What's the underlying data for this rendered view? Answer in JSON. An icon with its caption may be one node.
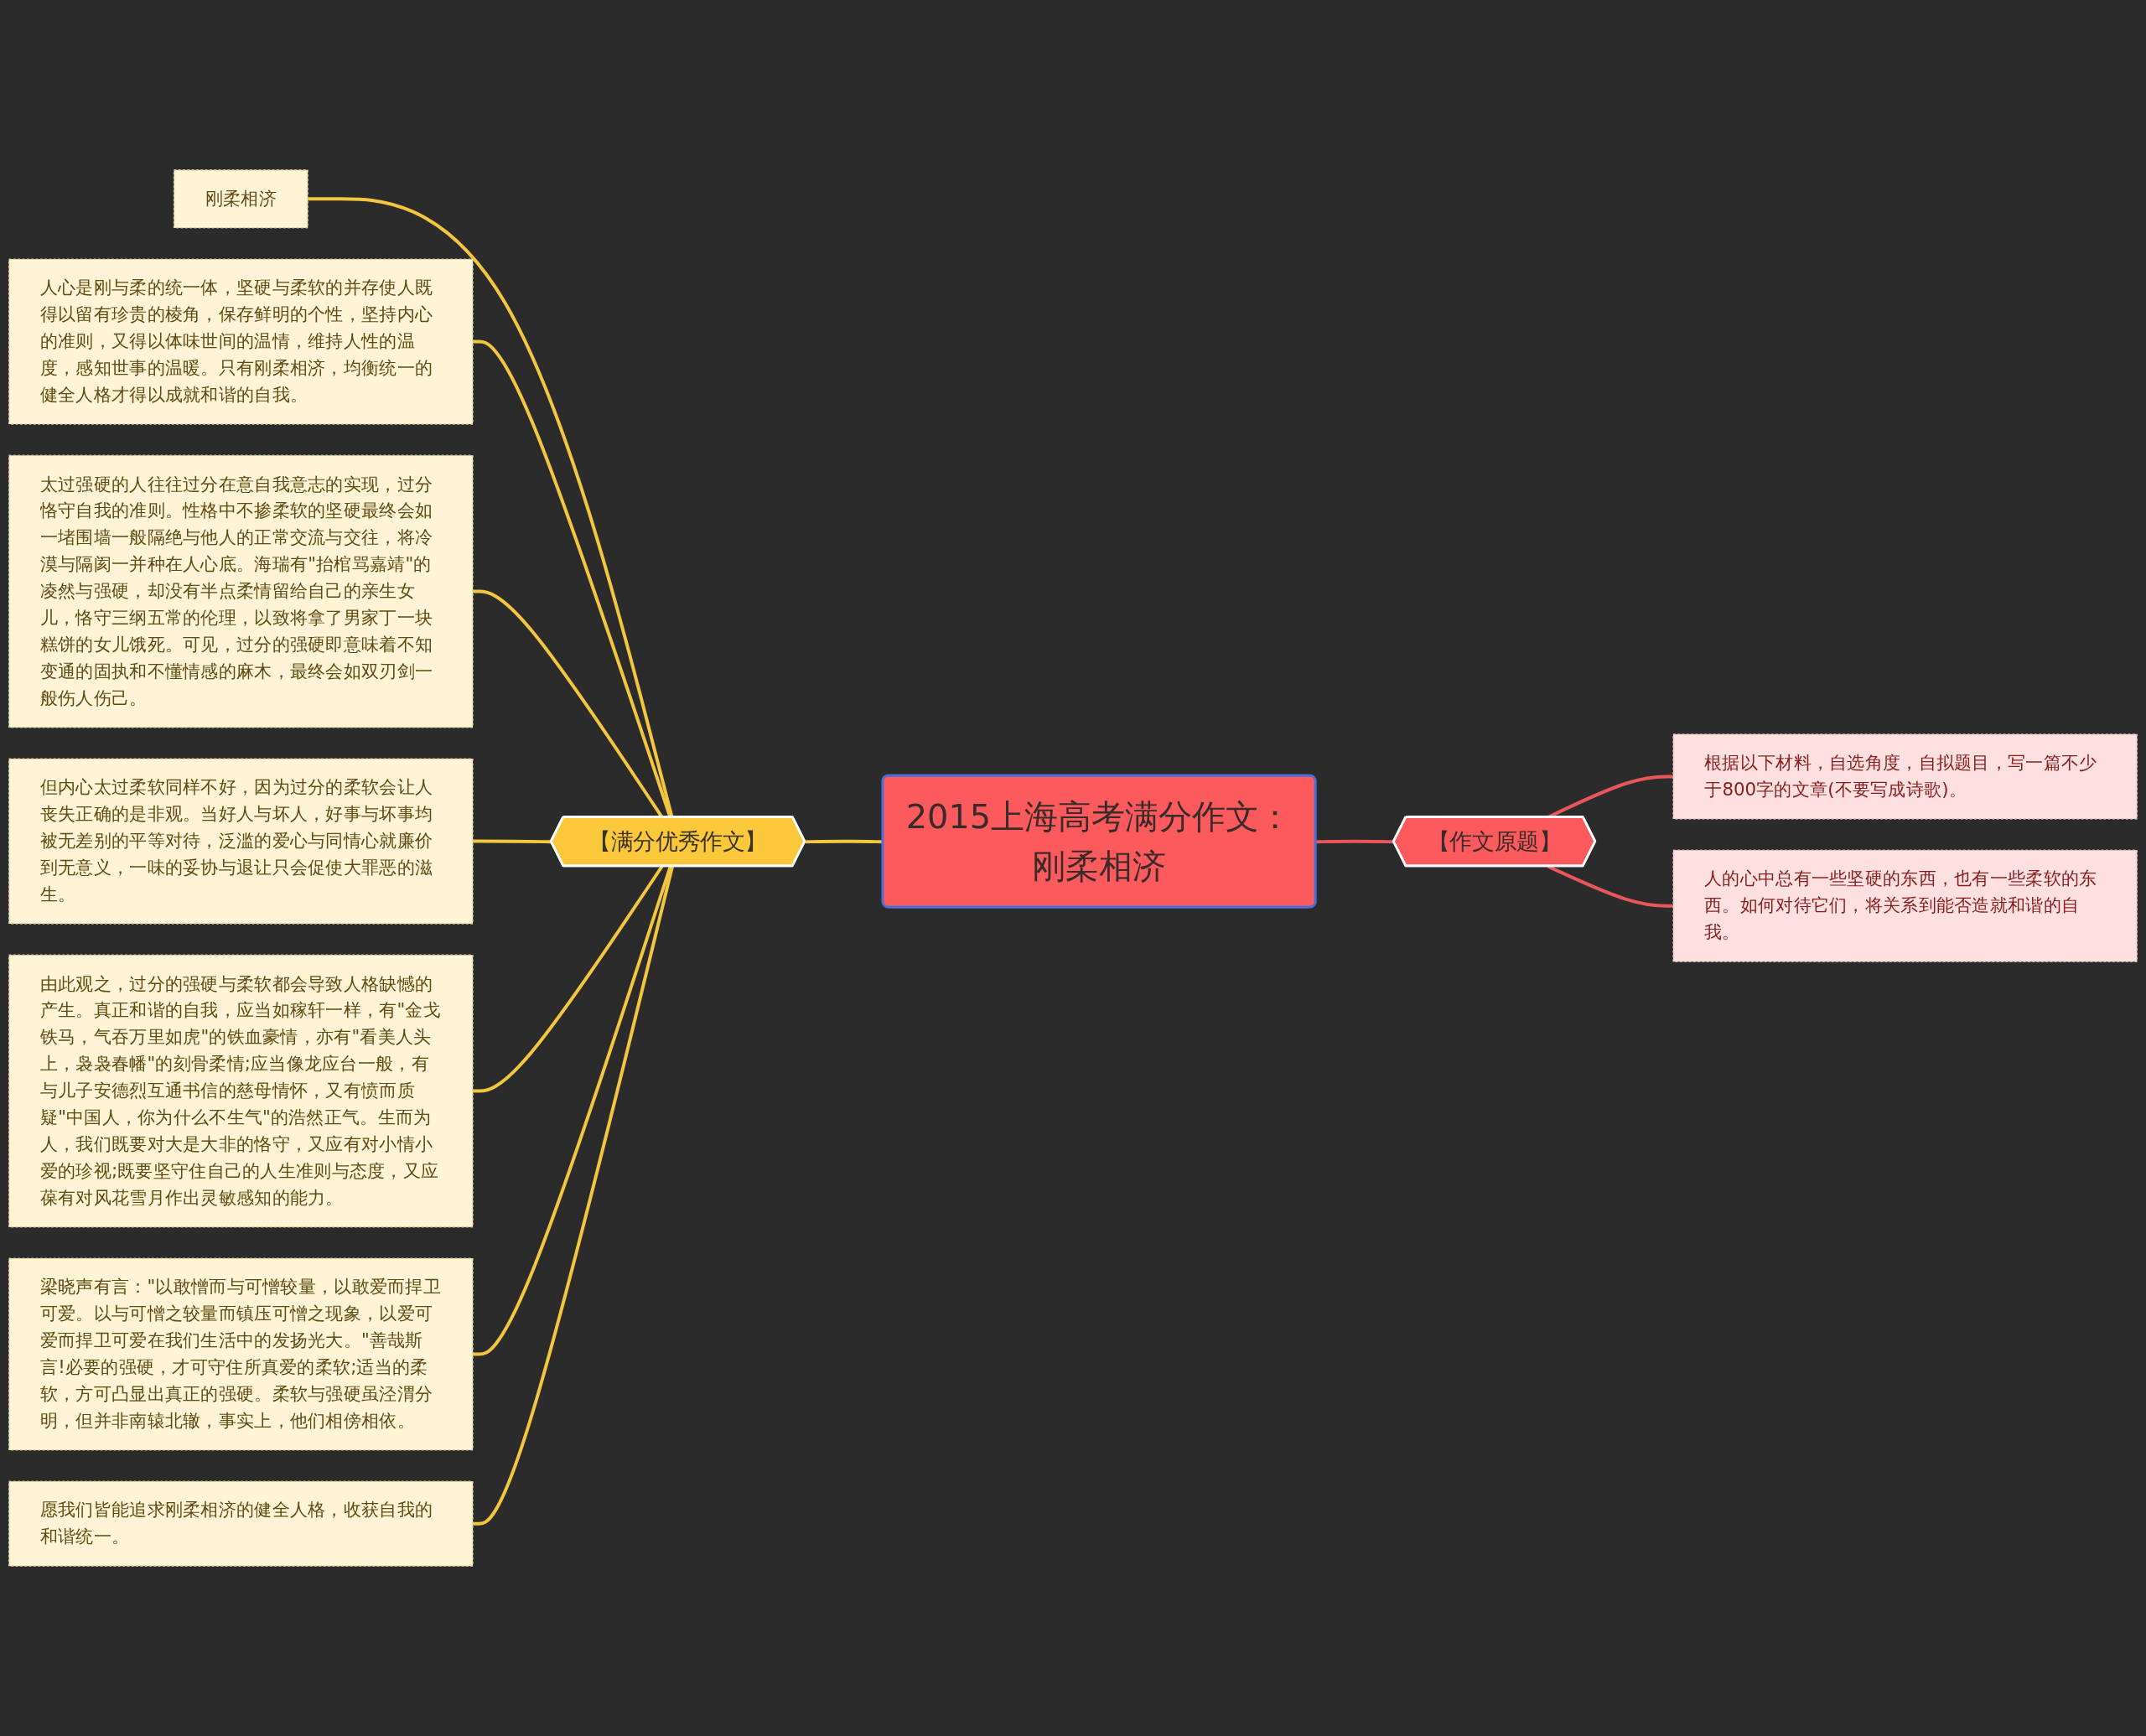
{
  "diagram": {
    "nodes": [
      {
        "text": [
          "2015上海高考满分作文：刚柔相济"
        ]
      },
      {
        "text": [
          "【满分优秀作文】"
        ]
      },
      {
        "text": [
          "刚柔相济"
        ]
      },
      {
        "text": [
          "人心是刚与柔的统一体，坚硬与柔软的并存使人既得以留有珍贵的棱角，保存鲜明的个性，坚持内心的准则，又得以体味世间的温情，维持人性的温度，感知世事的温暖。只有刚柔相济，均衡统一的健全人格才得以成就和谐的自我。"
        ]
      },
      {
        "text": [
          "太过强硬的人往往过分在意自我意志的实现，过分恪守自我的准则。性格中不掺柔软的坚硬最终会如一堵围墙一般隔绝与他人的正常交流与交往，将冷漠与隔阂一并种在人心底。海瑞有\"抬棺骂嘉靖\"的凌然与强硬，却没有半点柔情留给自己的亲生女儿，恪守三纲五常的伦理，以致将拿了男家丁一块糕饼的女儿饿死。可见，过分的强硬即意味着不知变通的固执和不懂情感的麻木，最终会如双刃剑一般伤人伤己。"
        ]
      },
      {
        "text": [
          "但内心太过柔软同样不好，因为过分的柔软会让人丧失正确的是非观。当好人与坏人，好事与坏事均被无差别的平等对待，泛滥的爱心与同情心就廉价到无意义，一味的妥协与退让只会促使大罪恶的滋生。"
        ]
      },
      {
        "text": [
          "由此观之，过分的强硬与柔软都会导致人格缺憾的产生。真正和谐的自我，应当如稼轩一样，有\"金戈铁马，气吞万里如虎\"的铁血豪情，亦有\"看美人头上，袅袅春幡\"的刻骨柔情;应当像龙应台一般，有与儿子安德烈互通书信的慈母情怀，又有愤而质疑\"中国人，你为什么不生气\"的浩然正气。生而为人，我们既要对大是大非的恪守，又应有对小情小爱的珍视;既要坚守住自己的人生准则与态度，又应葆有对风花雪月作出灵敏感知的能力。"
        ]
      },
      {
        "text": [
          "梁晓声有言：\"以敢憎而与可憎较量，以敢爱而捍卫可爱。以与可憎之较量而镇压可憎之现象，以爱可爱而捍卫可爱在我们生活中的发扬光大。\"善哉斯言!必要的强硬，才可守住所真爱的柔软;适当的柔软，方可凸显出真正的强硬。柔软与强硬虽泾渭分明，但并非南辕北辙，事实上，他们相傍相依。"
        ]
      },
      {
        "text": [
          "愿我们皆能追求刚柔相济的健全人格，收获自我的和谐统一。"
        ]
      },
      {
        "text": [
          "【作文原题】"
        ]
      },
      {
        "text": [
          "根据以下材料，自选角度，自拟题目，写一篇不少于800字的文章(不要写成诗歌)。"
        ]
      },
      {
        "text": [
          "人的心中总有一些坚硬的东西，也有一些柔软的东西。如何对待它们，将关系到能否造就和谐的自我。"
        ]
      }
    ],
    "edges": [
      {
        "from": 0,
        "to": 1,
        "arrow": "none"
      },
      {
        "from": 1,
        "to": 2,
        "arrow": "none"
      },
      {
        "from": 1,
        "to": 3,
        "arrow": "none"
      },
      {
        "from": 1,
        "to": 4,
        "arrow": "none"
      },
      {
        "from": 1,
        "to": 5,
        "arrow": "none"
      },
      {
        "from": 1,
        "to": 6,
        "arrow": "none"
      },
      {
        "from": 1,
        "to": 7,
        "arrow": "none"
      },
      {
        "from": 1,
        "to": 8,
        "arrow": "none"
      },
      {
        "from": 0,
        "to": 9,
        "arrow": "none",
        "color": "#e8575a"
      },
      {
        "from": 9,
        "to": 10,
        "arrow": "none",
        "color": "#e8575a"
      },
      {
        "from": 9,
        "to": 11,
        "arrow": "none",
        "color": "#e8575a"
      }
    ]
  }
}
